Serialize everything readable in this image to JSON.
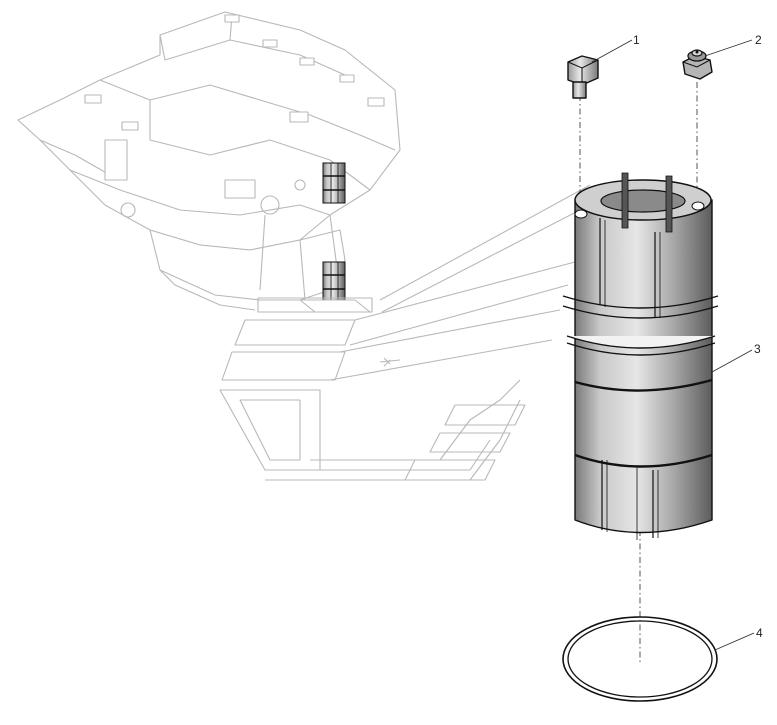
{
  "diagram": {
    "callouts": [
      {
        "id": "c1",
        "label": "1",
        "part": "bolt"
      },
      {
        "id": "c2",
        "label": "2",
        "part": "grease-fitting"
      },
      {
        "id": "c3",
        "label": "3",
        "part": "split-bushing"
      },
      {
        "id": "c4",
        "label": "4",
        "part": "o-ring"
      }
    ],
    "colors": {
      "part_light": "#d9d9d9",
      "part_mid": "#a9a9a9",
      "part_dark": "#6e6e6e",
      "ghost_line": "#b8b8b8",
      "outline": "#111111"
    }
  }
}
